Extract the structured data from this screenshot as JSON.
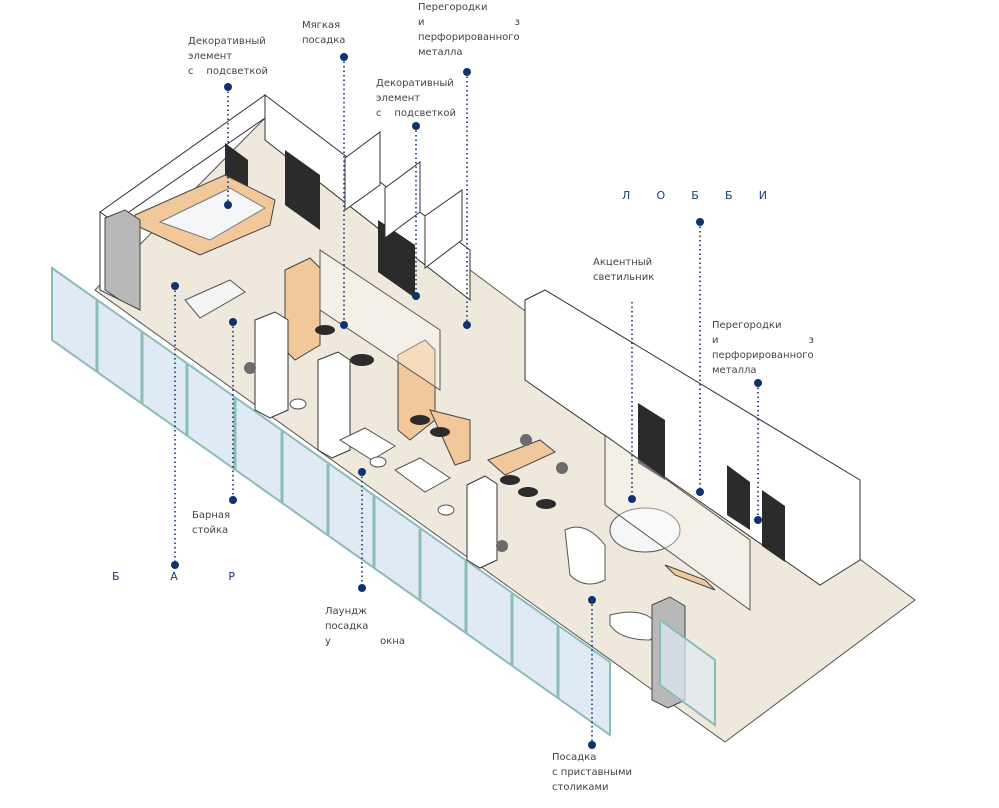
{
  "colors": {
    "marker": "#0d3470",
    "label_text": "#444444",
    "zone_text": "#1a3a6e",
    "floor": "#efe8dc",
    "glass": "#dfeaf4",
    "glass_frame": "#8cbcb8",
    "wood": "#f2c89a",
    "dark": "#2b2b2b"
  },
  "zones": {
    "bar": [
      "Б",
      "А",
      "Р"
    ],
    "lobby": [
      "Л",
      "О",
      "Б",
      "Б",
      "И"
    ]
  },
  "callouts": [
    {
      "id": "decor-left",
      "lines": [
        "Декоративный",
        "элемент",
        "с подсветкой"
      ]
    },
    {
      "id": "soft-seating",
      "lines": [
        "Мягкая",
        "посадка"
      ]
    },
    {
      "id": "partition-top",
      "lines": [
        "Перегородки",
        "и з",
        "перфорированного",
        "металла"
      ]
    },
    {
      "id": "decor-mid",
      "lines": [
        "Декоративный",
        "элемент",
        "с подсветкой"
      ]
    },
    {
      "id": "accent-light",
      "lines": [
        "Акцентный",
        "светильник"
      ]
    },
    {
      "id": "partition-right",
      "lines": [
        "Перегородки",
        "и з",
        "перфорированного",
        "металла"
      ]
    },
    {
      "id": "bar-counter",
      "lines": [
        "Барная",
        "стойка"
      ]
    },
    {
      "id": "lounge",
      "lines": [
        "Лаундж",
        "посадка",
        "у окна"
      ]
    },
    {
      "id": "side-tables",
      "lines": [
        "Посадка",
        "с приставными",
        "столиками"
      ]
    }
  ]
}
